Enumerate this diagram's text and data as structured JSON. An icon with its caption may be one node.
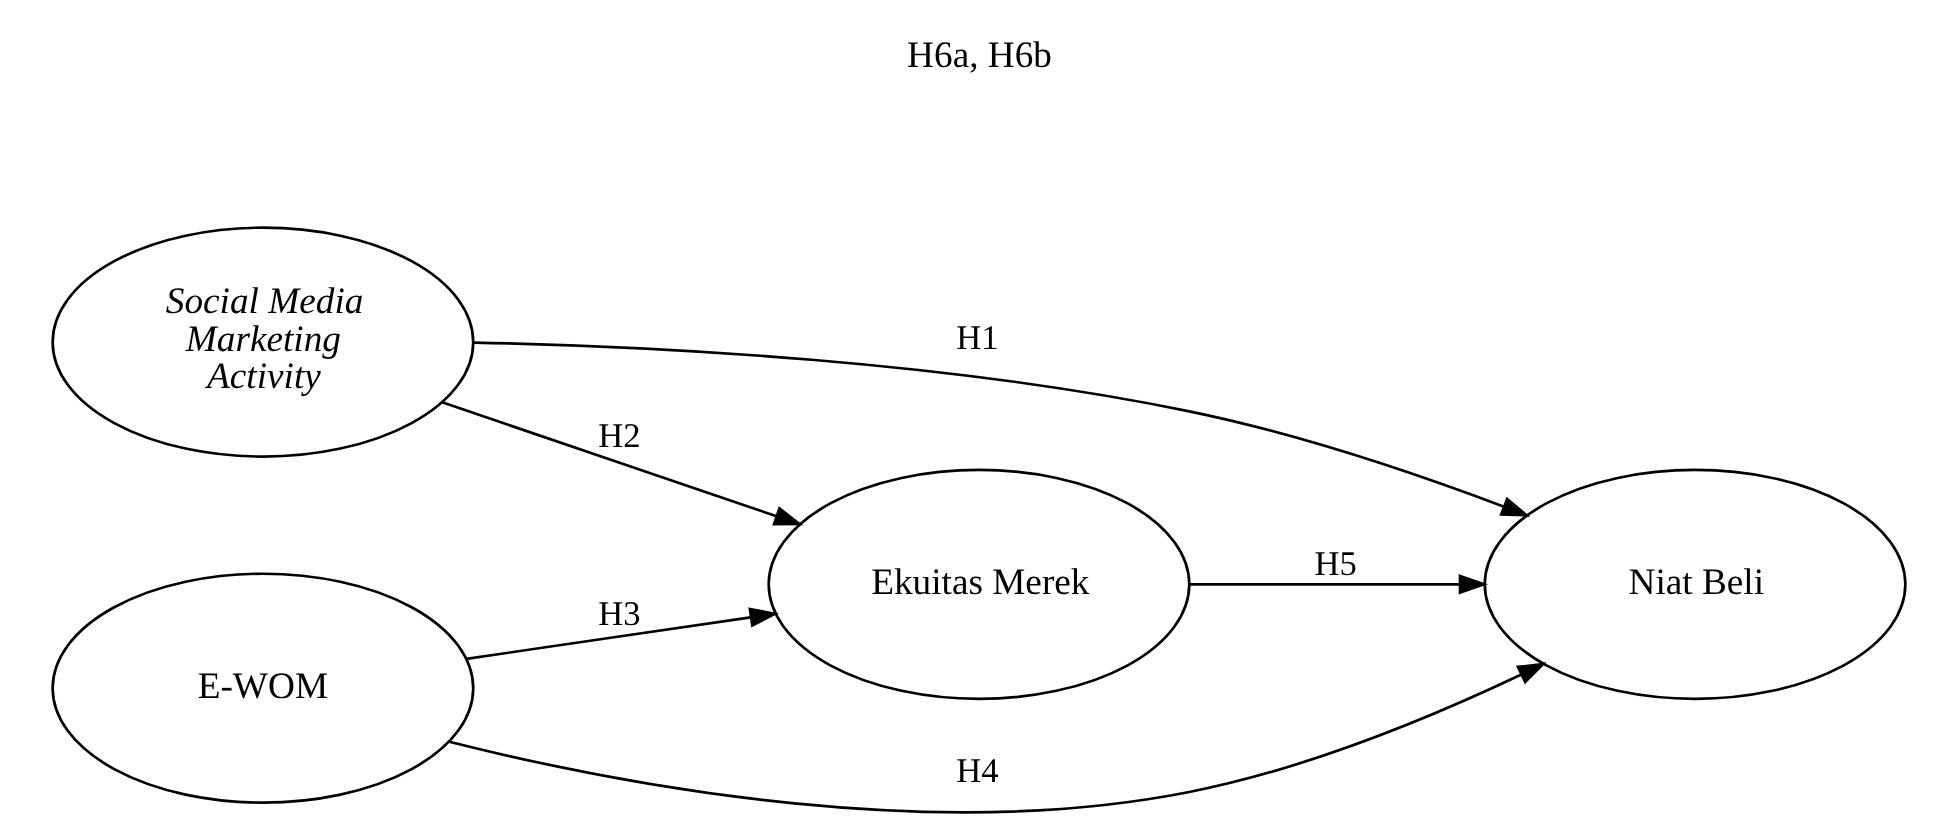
{
  "diagram": {
    "nodes": [
      {
        "text": [
          "Social Media Marketing Activity"
        ]
      },
      {
        "text": [
          "Ekuitas Merek"
        ]
      },
      {
        "text": [
          "Niat Beli"
        ]
      },
      {
        "text": [
          "E-WOM"
        ]
      }
    ],
    "edges": [
      {
        "from": 0,
        "to": 2,
        "arrow": "to",
        "label": "H1"
      },
      {
        "from": 0,
        "to": 1,
        "arrow": "to",
        "label": "H2"
      },
      {
        "from": 3,
        "to": 1,
        "arrow": "to",
        "label": "H3"
      },
      {
        "from": 3,
        "to": 2,
        "arrow": "to",
        "label": "H4"
      },
      {
        "from": 1,
        "to": 2,
        "arrow": "to",
        "label": "H5"
      }
    ],
    "labels": [
      "H6a, H6b"
    ]
  }
}
